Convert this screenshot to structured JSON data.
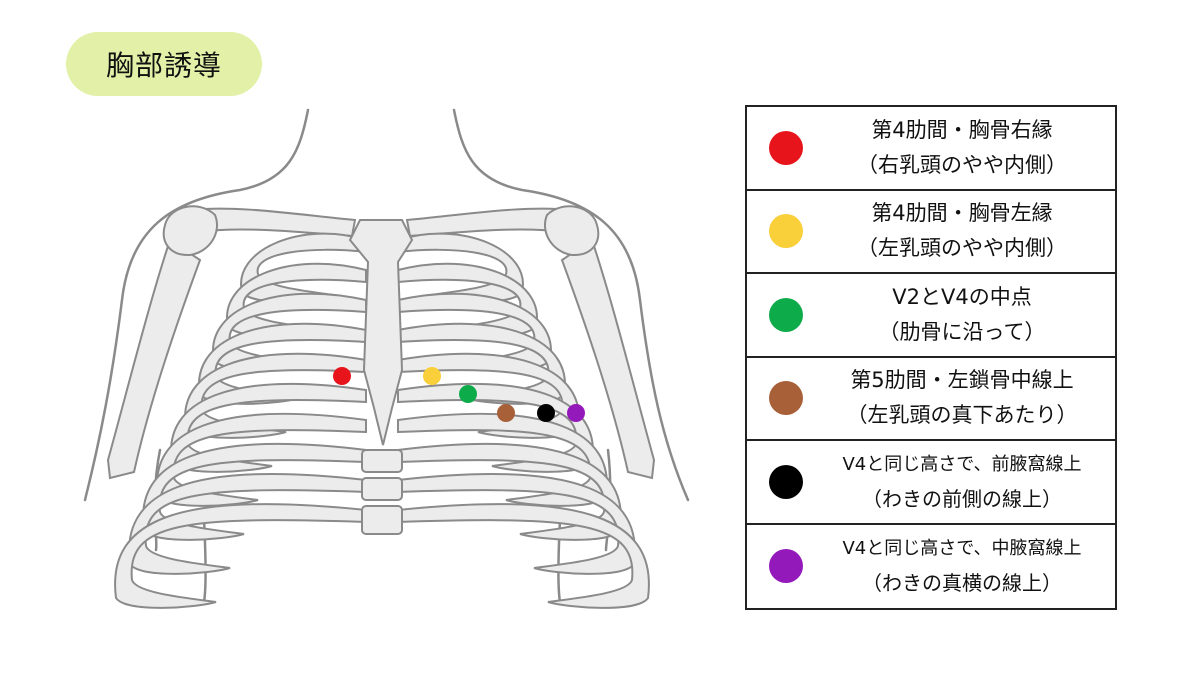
{
  "title": "胸部誘導",
  "colors": {
    "red": "#e8141c",
    "yellow": "#f9cf3a",
    "green": "#0dab4a",
    "brown": "#a76038",
    "black": "#000000",
    "purple": "#9419ba",
    "title_bg": "#e2f0a8",
    "bone_fill": "#ececec",
    "bone_stroke": "#8a8a8a"
  },
  "legend": [
    {
      "color": "#e8141c",
      "line1": "第4肋間・胸骨右縁",
      "line2": "（右乳頭のやや内側）"
    },
    {
      "color": "#f9cf3a",
      "line1": "第4肋間・胸骨左縁",
      "line2": "（左乳頭のやや内側）"
    },
    {
      "color": "#0dab4a",
      "line1": "V2とV4の中点",
      "line2": "（肋骨に沿って）"
    },
    {
      "color": "#a76038",
      "line1": "第5肋間・左鎖骨中線上",
      "line2": "（左乳頭の真下あたり）"
    },
    {
      "color": "#000000",
      "line1": "V4と同じ高さで、前腋窩線上",
      "line2": "（わきの前側の線上）"
    },
    {
      "color": "#9419ba",
      "line1": "V4と同じ高さで、中腋窩線上",
      "line2": "（わきの真横の線上）"
    }
  ]
}
